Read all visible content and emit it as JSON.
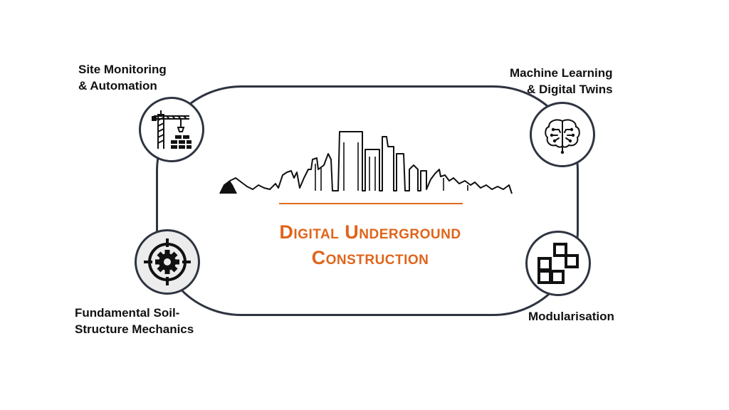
{
  "title": {
    "line1": "Digital Underground",
    "line2": "Construction"
  },
  "nodes": {
    "site_monitoring": {
      "line1": "Site Monitoring",
      "line2": "& Automation",
      "icon": "tower-crane-icon"
    },
    "machine_learning": {
      "line1": "Machine Learning",
      "line2": "& Digital Twins",
      "icon": "circuit-brain-icon"
    },
    "fundamental": {
      "line1": "Fundamental Soil-",
      "line2": "Structure Mechanics",
      "icon": "gear-target-icon"
    },
    "modularisation": {
      "line1": "Modularisation",
      "icon": "modular-squares-icon"
    }
  },
  "colors": {
    "accent": "#e0641a",
    "outline": "#2e3440",
    "text": "#111111"
  }
}
